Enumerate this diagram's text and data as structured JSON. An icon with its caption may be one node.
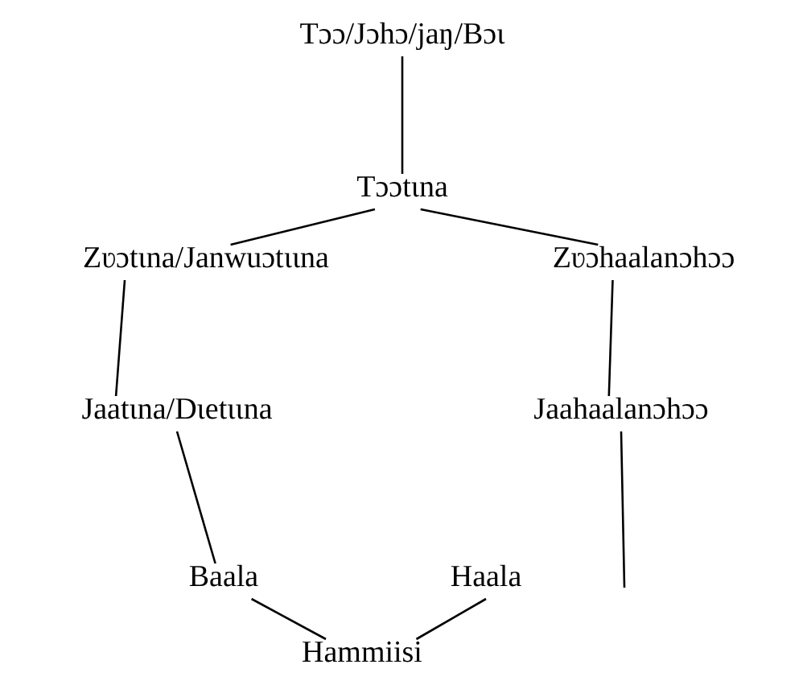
{
  "diagram": {
    "nodes": [
      {
        "text": [
          "Tɔɔ/Jɔhɔ/jaŋ/Bɔɩ"
        ]
      },
      {
        "text": [
          "Tɔɔtɩna"
        ]
      },
      {
        "text": [
          "Zʋɔtɩna/Janwuɔtɩɩna"
        ]
      },
      {
        "text": [
          "Zʋɔhaalanɔhɔɔ"
        ]
      },
      {
        "text": [
          "Jaatɩna/Dɩetɩɩna"
        ]
      },
      {
        "text": [
          "Jaahaalanɔhɔɔ"
        ]
      },
      {
        "text": [
          "Baala"
        ]
      },
      {
        "text": [
          "Haala"
        ]
      },
      {
        "text": [
          "Hammiisi"
        ]
      }
    ],
    "edges": [
      {
        "from": 0,
        "to": 1,
        "arrow": "none"
      },
      {
        "from": 1,
        "to": 2,
        "arrow": "none"
      },
      {
        "from": 1,
        "to": 3,
        "arrow": "none"
      },
      {
        "from": 2,
        "to": 4,
        "arrow": "none"
      },
      {
        "from": 3,
        "to": 5,
        "arrow": "none"
      },
      {
        "from": 4,
        "to": 6,
        "arrow": "none"
      },
      {
        "from": 5,
        "to": null,
        "arrow": "none"
      },
      {
        "from": 6,
        "to": 8,
        "arrow": "none"
      },
      {
        "from": 7,
        "to": 8,
        "arrow": "none"
      }
    ]
  }
}
